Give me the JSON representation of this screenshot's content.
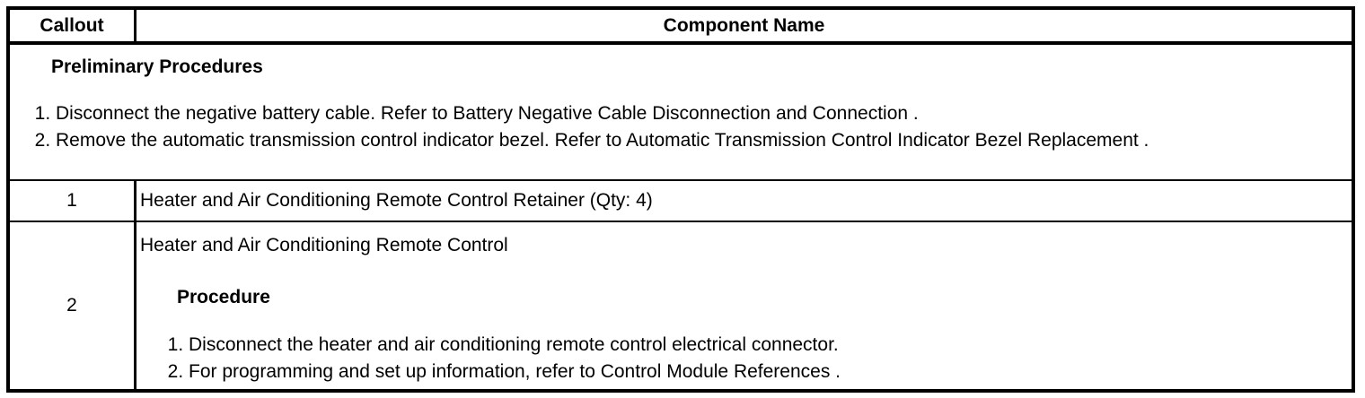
{
  "doc": {
    "header": {
      "callout_label": "Callout",
      "component_label": "Component Name"
    },
    "preliminary": {
      "title": "Preliminary Procedures",
      "steps": [
        "Disconnect the negative battery cable. Refer to Battery Negative Cable Disconnection and Connection .",
        "Remove the automatic transmission control indicator bezel. Refer to Automatic Transmission Control Indicator Bezel Replacement ."
      ]
    },
    "rows": [
      {
        "callout": "1",
        "component": "Heater and Air Conditioning Remote Control Retainer (Qty: 4)"
      },
      {
        "callout": "2",
        "component": "Heater and Air Conditioning Remote Control",
        "procedure_title": "Procedure",
        "procedure_steps": [
          "Disconnect the heater and air conditioning remote control electrical connector.",
          "For programming and set up information, refer to Control Module References ."
        ]
      }
    ]
  },
  "colors": {
    "border": "#000000",
    "text": "#000000",
    "background": "#ffffff"
  }
}
